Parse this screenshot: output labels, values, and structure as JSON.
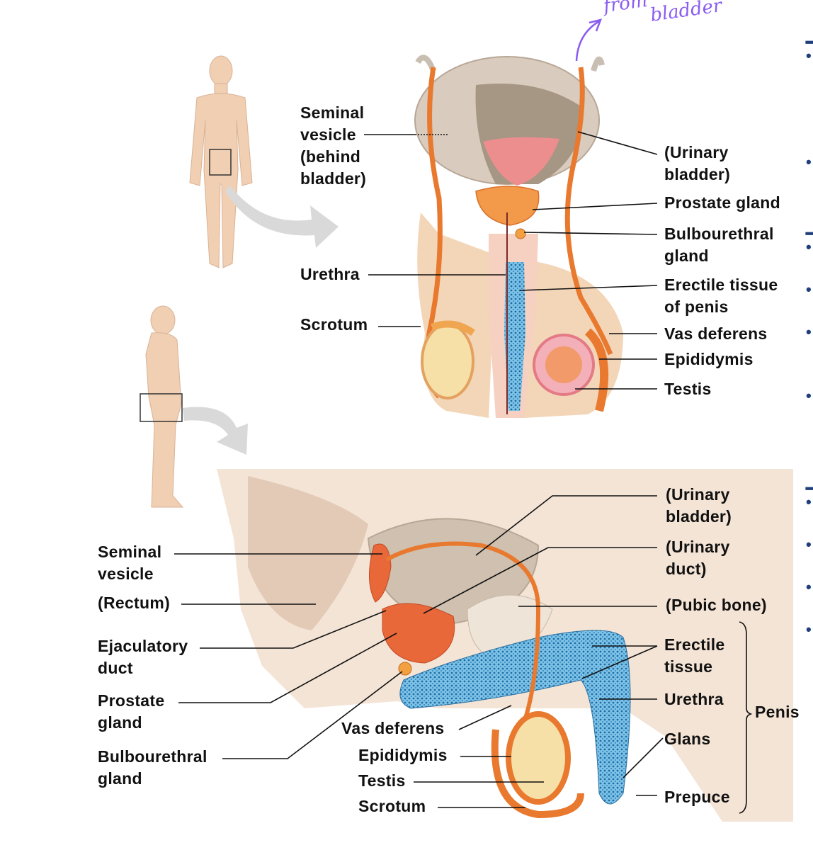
{
  "annotation": {
    "line1": "from",
    "line2": "bladder"
  },
  "top_labels": {
    "seminal_vesicle": [
      "Seminal",
      "vesicle",
      "(behind",
      "bladder)"
    ],
    "urethra": "Urethra",
    "scrotum": "Scrotum",
    "urinary_bladder": [
      "(Urinary",
      "bladder)"
    ],
    "prostate_gland": "Prostate gland",
    "bulbourethral_gland": [
      "Bulbourethral",
      "gland"
    ],
    "erectile_tissue": [
      "Erectile tissue",
      "of penis"
    ],
    "vas_deferens": "Vas deferens",
    "epididymis": "Epididymis",
    "testis": "Testis"
  },
  "bottom_labels": {
    "seminal_vesicle": [
      "Seminal",
      "vesicle"
    ],
    "rectum": "(Rectum)",
    "ejaculatory_duct": [
      "Ejaculatory",
      "duct"
    ],
    "prostate_gland": [
      "Prostate",
      "gland"
    ],
    "bulbourethral_gland": [
      "Bulbourethral",
      "gland"
    ],
    "vas_deferens": "Vas deferens",
    "epididymis": "Epididymis",
    "testis": "Testis",
    "scrotum": "Scrotum",
    "urinary_bladder": [
      "(Urinary",
      "bladder)"
    ],
    "urinary_duct": [
      "(Urinary",
      "duct)"
    ],
    "pubic_bone": "(Pubic bone)",
    "erectile_tissue": [
      "Erectile",
      "tissue"
    ],
    "urethra": "Urethra",
    "glans": "Glans",
    "prepuce": "Prepuce",
    "penis": "Penis"
  },
  "colors": {
    "body": "#f1cfb3",
    "bladder": "#d9cbbd",
    "duct": "#e8792e",
    "erectile": "#1e8fc9",
    "testis": "#f6e0a8",
    "tissue": "#f4e4d6"
  }
}
